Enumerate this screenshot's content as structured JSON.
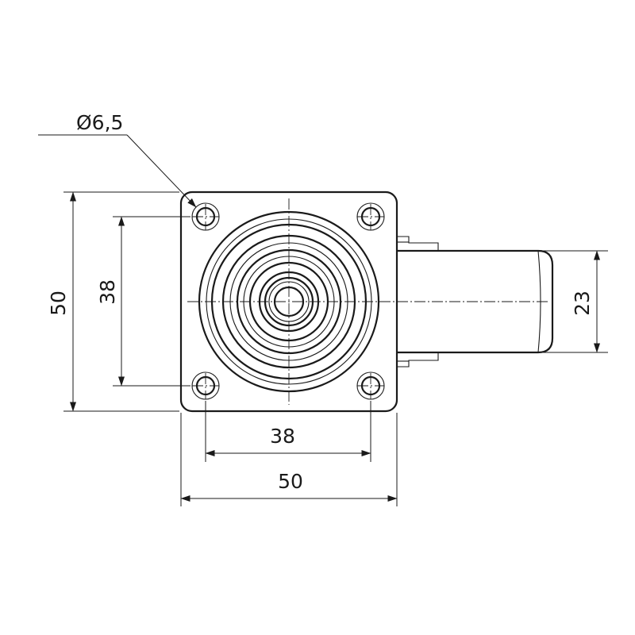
{
  "dimensions": {
    "hole_diameter": "Ø6,5",
    "plate_height": "50",
    "hole_spacing_vertical": "38",
    "hole_spacing_horizontal": "38",
    "plate_width": "50",
    "wheel_width": "23"
  }
}
